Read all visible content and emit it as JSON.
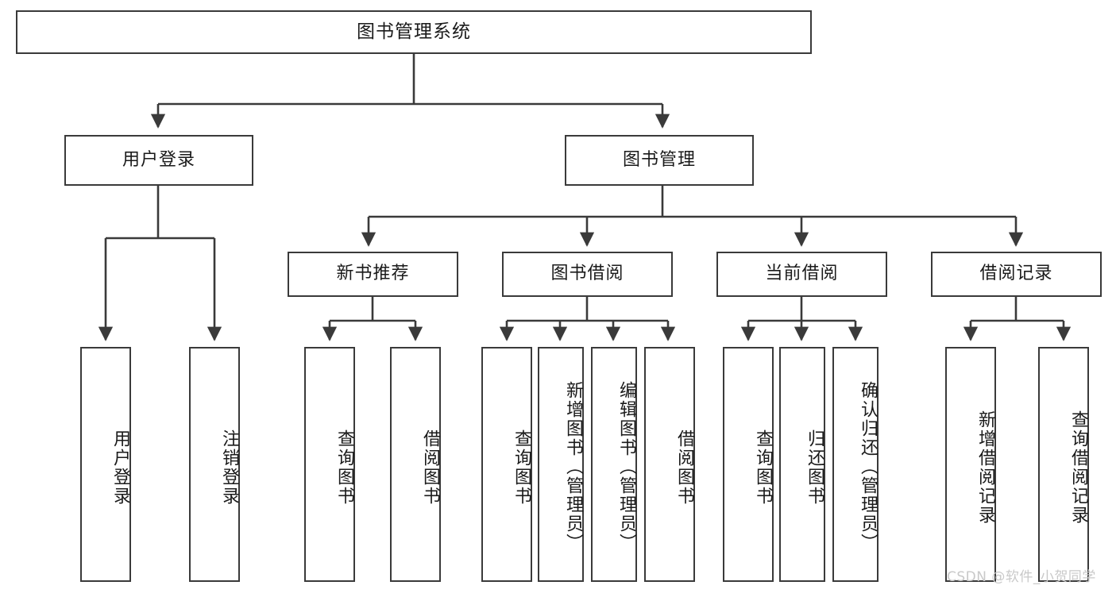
{
  "diagram": {
    "title": "图书管理系统",
    "type": "hierarchy-tree",
    "background_color": "#ffffff",
    "line_color": "#3a3a3a",
    "text_color": "#1a1a1a",
    "root": {
      "label": "图书管理系统",
      "orientation": "horizontal"
    },
    "level2": [
      {
        "label": "用户登录",
        "orientation": "horizontal"
      },
      {
        "label": "图书管理",
        "orientation": "horizontal"
      }
    ],
    "level3": [
      {
        "label": "新书推荐",
        "orientation": "horizontal",
        "parent": "图书管理"
      },
      {
        "label": "图书借阅",
        "orientation": "horizontal",
        "parent": "图书管理"
      },
      {
        "label": "当前借阅",
        "orientation": "horizontal",
        "parent": "图书管理"
      },
      {
        "label": "借阅记录",
        "orientation": "horizontal",
        "parent": "图书管理"
      }
    ],
    "leaves": [
      {
        "label": "用户登录",
        "parent": "用户登录",
        "orientation": "vertical"
      },
      {
        "label": "注销登录",
        "parent": "用户登录",
        "orientation": "vertical"
      },
      {
        "label": "查询图书",
        "parent": "新书推荐",
        "orientation": "vertical"
      },
      {
        "label": "借阅图书",
        "parent": "新书推荐",
        "orientation": "vertical"
      },
      {
        "label": "查询图书",
        "parent": "图书借阅",
        "orientation": "vertical"
      },
      {
        "label": "新增图书（管理员）",
        "parent": "图书借阅",
        "orientation": "vertical"
      },
      {
        "label": "编辑图书（管理员）",
        "parent": "图书借阅",
        "orientation": "vertical"
      },
      {
        "label": "借阅图书",
        "parent": "图书借阅",
        "orientation": "vertical"
      },
      {
        "label": "查询图书",
        "parent": "当前借阅",
        "orientation": "vertical"
      },
      {
        "label": "归还图书",
        "parent": "当前借阅",
        "orientation": "vertical"
      },
      {
        "label": "确认归还（管理员）",
        "parent": "当前借阅",
        "orientation": "vertical"
      },
      {
        "label": "新增借阅记录",
        "parent": "借阅记录",
        "orientation": "vertical"
      },
      {
        "label": "查询借阅记录",
        "parent": "借阅记录",
        "orientation": "vertical"
      }
    ],
    "watermark": "CSDN @软件_小贺同学"
  }
}
